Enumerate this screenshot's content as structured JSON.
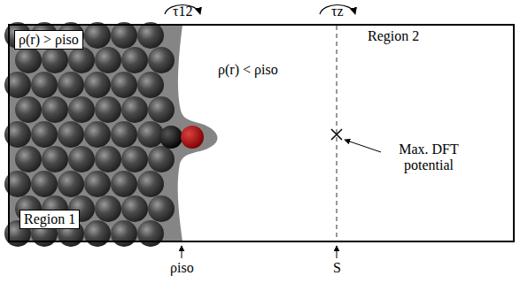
{
  "diagram": {
    "nodes": [
      {
        "text": [
          "ρ(r) > ρiso"
        ]
      },
      {
        "text": [
          "Region 1"
        ]
      }
    ],
    "labels": [
      "ρ(r) < ρiso",
      "Region 2",
      "Max. DFT potential",
      "τ12",
      "τz",
      "ρiso",
      "S"
    ]
  }
}
